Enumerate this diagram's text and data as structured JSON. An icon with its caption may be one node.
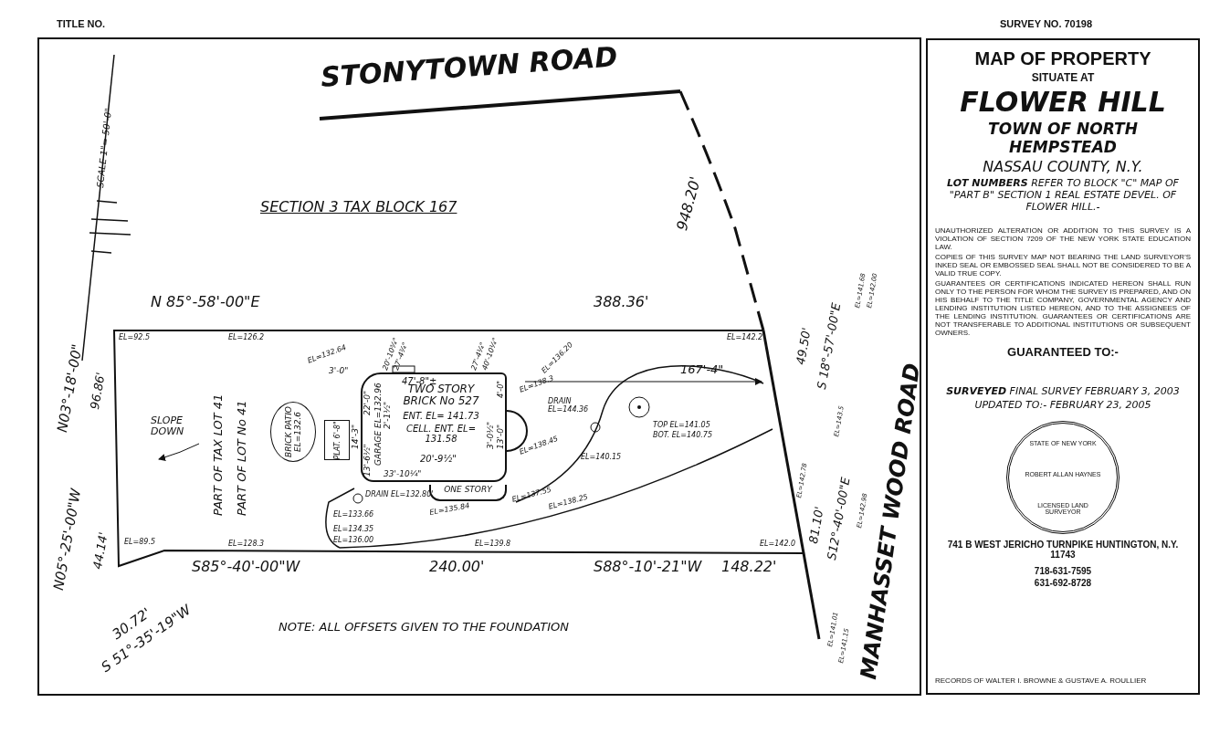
{
  "diagram": {
    "title": "MAP OF PROPERTY",
    "nodes": [
      {
        "text": [
          "TWO STORY BRICK No 527",
          "ENT. EL= 141.73",
          "CELL. ENT. EL= 131.58",
          "GARAGE EL=132.96"
        ]
      },
      {
        "text": [
          "ONE STORY"
        ]
      },
      {
        "text": [
          "BRICK PATIO",
          "EL=132.6"
        ]
      },
      {
        "text": [
          "PLAT. 6'-8\""
        ]
      },
      {
        "text": [
          "STATE OF NEW YORK",
          "ROBERT ALLAN HAYNES",
          "LICENSED LAND SURVEYOR"
        ]
      }
    ],
    "labels": [
      "TITLE NO.",
      "SURVEY NO. 70198",
      "STONYTOWN ROAD",
      "SCALE 1\"= 50'-0\"",
      "SECTION 3 TAX BLOCK 167",
      "948.20'",
      "MANHASSET WOOD ROAD",
      "N 85°-58'-00\"E",
      "388.36'",
      "N03°-18'-00\"",
      "96.86'",
      "N05°-25'-00\"W",
      "44.14'",
      "30.72'",
      "S 51°-35'-19\"W",
      "S85°-40'-00\"W",
      "240.00'",
      "S88°-10'-21\"W",
      "148.22'",
      "49.50'",
      "S 18°-57'-00\"E",
      "81.10'",
      "S12°-40'-00\"E",
      "167'-4\"",
      "47'-8\"±",
      "33'-10¼\"",
      "SLOPE DOWN",
      "PART OF TAX LOT 41",
      "PART OF LOT No 41",
      "EL=92.5",
      "EL=126.2",
      "EL=89.5",
      "EL=128.3",
      "EL=132.64",
      "EL=136.20",
      "EL=138.3",
      "DRAIN EL=144.36",
      "TOP EL=141.05",
      "BOT. EL=140.75",
      "EL=140.15",
      "EL=142.2",
      "EL=139.8",
      "EL=142.0",
      "EL=138.45",
      "EL=137.55",
      "EL=138.25",
      "EL=135.84",
      "EL=133.66",
      "EL=134.35",
      "EL=136.00",
      "DRAIN EL=132.80'",
      "EL=141.68",
      "EL=142.00",
      "EL=143.5",
      "EL=142.78",
      "EL=142.98",
      "EL=141.01",
      "EL=141.15",
      "3'-0\"",
      "22'-0\"",
      "20'-10¾\"",
      "27'-4¾\"",
      "27'-4¼\"",
      "40'-10¼\"",
      "2'-1½\"",
      "14'-3\"",
      "13'-6½\"",
      "3'-0½\"",
      "13'-0\"",
      "4'-0\"",
      "20'-9½\"",
      "SITUATE AT",
      "FLOWER HILL",
      "TOWN OF NORTH HEMPSTEAD",
      "NASSAU COUNTY, N.Y.",
      "**LOT NUMBERS** REFER TO BLOCK \"C\" MAP OF \"PART B\" SECTION 1 REAL ESTATE DEVEL. OF FLOWER HILL.-",
      "UNAUTHORIZED ALTERATION OR ADDITION TO THIS SURVEY IS A VIOLATION OF SECTION 7209 OF THE NEW YORK STATE EDUCATION LAW.",
      "COPIES OF THIS SURVEY MAP NOT BEARING THE LAND SURVEYOR'S INKED SEAL OR EMBOSSED SEAL SHALL NOT BE CONSIDERED TO BE A VALID TRUE COPY.",
      "GUARANTEES OR CERTIFICATIONS INDICATED HEREON SHALL RUN ONLY TO THE PERSON FOR WHOM THE SURVEY IS PREPARED, AND ON HIS BEHALF TO THE TITLE COMPANY, GOVERNMENTAL AGENCY AND LENDING INSTITUTION LISTED HEREON, AND TO THE ASSIGNEES OF THE LENDING INSTITUTION. GUARANTEES OR CERTIFICATIONS ARE NOT TRANSFERABLE TO ADDITIONAL INSTITUTIONS OR SUBSEQUENT OWNERS.",
      "GUARANTEED TO:-",
      "**SURVEYED** FINAL SURVEY FEBRUARY 3, 2003",
      "UPDATED TO:- FEBRUARY 23, 2005",
      "741 B WEST JERICHO TURNPIKE HUNTINGTON, N.Y. 11743",
      "718-631-7595",
      "631-692-8728",
      "RECORDS OF WALTER I. BROWNE & GUSTAVE A. ROULLIER",
      "NOTE: ALL OFFSETS GIVEN TO THE FOUNDATION"
    ]
  }
}
